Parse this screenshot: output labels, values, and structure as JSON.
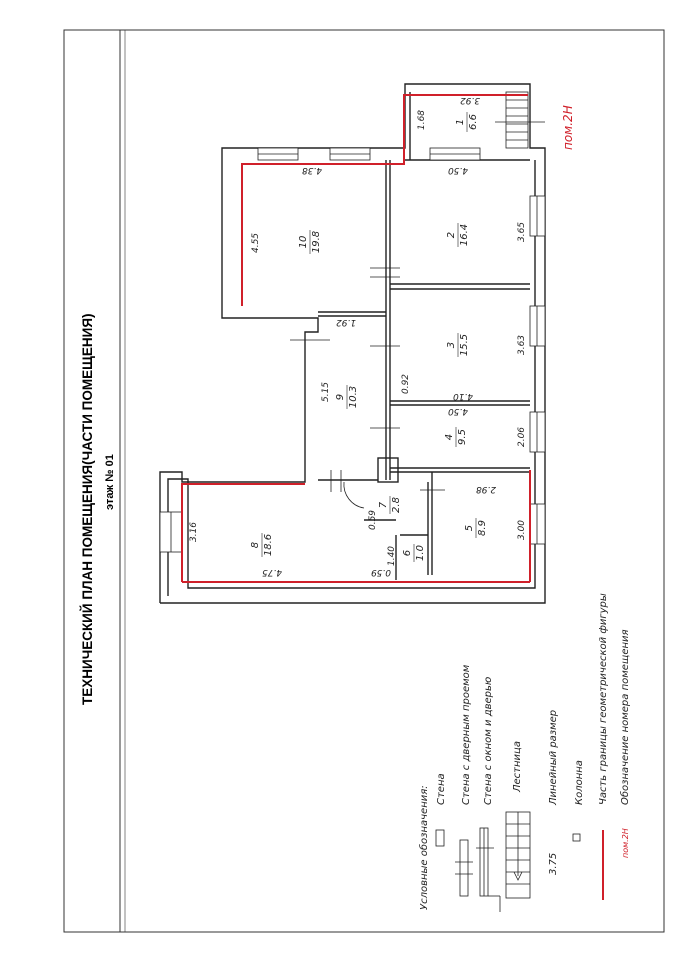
{
  "header": {
    "title": "ТЕХНИЧЕСКИЙ ПЛАН ПОМЕЩЕНИЯ(ЧАСТИ ПОМЕЩЕНИЯ)",
    "floor": "этаж № 01"
  },
  "premise_label": "пом.2Н",
  "rooms": [
    {
      "num": "1",
      "area": "6.6"
    },
    {
      "num": "2",
      "area": "16.4"
    },
    {
      "num": "3",
      "area": "15.5"
    },
    {
      "num": "4",
      "area": "9.5"
    },
    {
      "num": "5",
      "area": "8.9"
    },
    {
      "num": "6",
      "area": "1.0"
    },
    {
      "num": "7",
      "area": "2.8"
    },
    {
      "num": "8",
      "area": "18.6"
    },
    {
      "num": "9",
      "area": "10.3"
    },
    {
      "num": "10",
      "area": "19.8"
    }
  ],
  "dimensions": [
    "3.92",
    "1.68",
    "4.38",
    "4.50",
    "4.55",
    "3.65",
    "1.92",
    "3.63",
    "5.15",
    "0.92",
    "4.10",
    "4.50",
    "2.06",
    "2.98",
    "3.00",
    "0.59",
    "1.40",
    "0.59",
    "3.16",
    "4.75"
  ],
  "legend": {
    "heading": "Условные обозначения:",
    "items": [
      {
        "label": "Стена"
      },
      {
        "label": "Стена  с дверным проемом"
      },
      {
        "label": "Стена с окном и дверью"
      },
      {
        "label": "Лестница"
      },
      {
        "label": "Линейный размер",
        "sample": "3.75"
      },
      {
        "label": "Колонна"
      },
      {
        "label": "Часть границы геометрической фигуры"
      },
      {
        "label": "Обозначение номера помещения",
        "sample": "пом.2Н"
      }
    ]
  },
  "colors": {
    "boundary": "#d0202a",
    "line": "#222222"
  }
}
